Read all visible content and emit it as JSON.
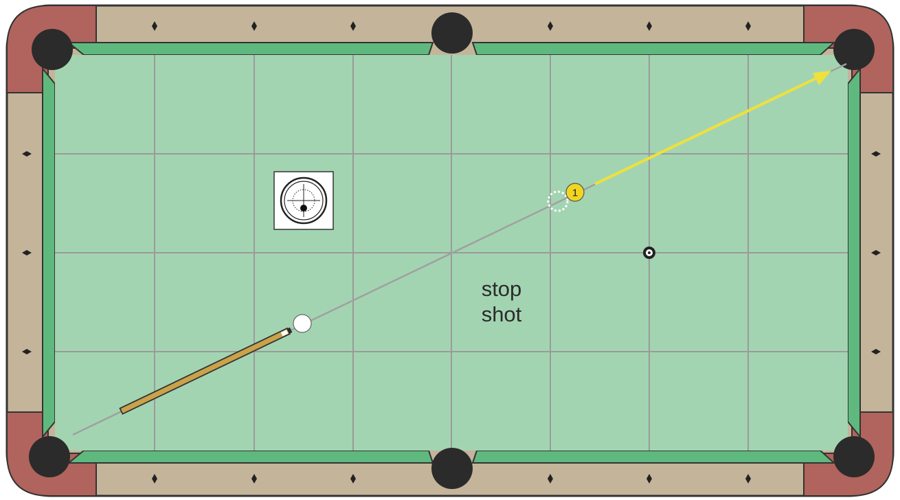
{
  "diagram": {
    "shot_label_line1": "stop",
    "shot_label_line2": "shot",
    "object_ball_number": "1"
  },
  "colors": {
    "cloth": "#a3d4b2",
    "cushion": "#5fb97e",
    "rail_wood": "#c4b49a",
    "rail_corner": "#b0645d",
    "pocket": "#2b2b2b",
    "grid_line": "#9a9a9a",
    "object_ball": "#f2d520",
    "cue_ball": "#ffffff",
    "aim_line": "#a0a0a0",
    "object_path": "#eee13d",
    "cue_stick": "#c9a24a"
  },
  "icons": [
    "diamond-marker-icon",
    "cue-tip-target-icon",
    "spot-marker-icon",
    "arrowhead-icon"
  ]
}
